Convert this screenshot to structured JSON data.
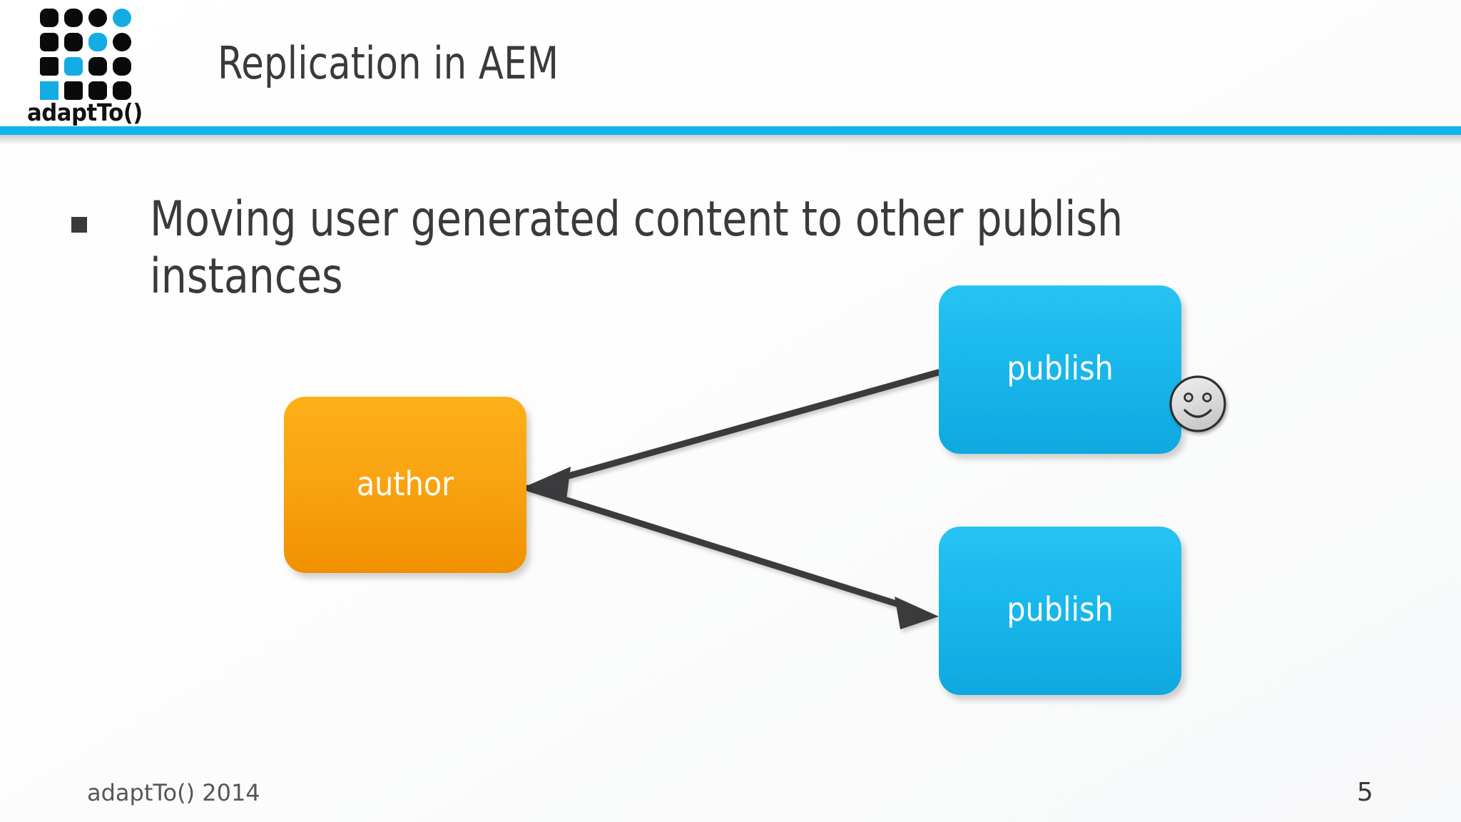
{
  "slide": {
    "title": "Replication in AEM",
    "accent_color": "#12b4ec",
    "text_color": "#3a3a3c"
  },
  "logo": {
    "wordmark": "adaptTo()",
    "grid_rows": 4,
    "grid_cols": 4,
    "dark_color": "#0a0a0a",
    "accent_color": "#13ace4"
  },
  "body": {
    "bullets": [
      "Moving user generated content to other publish instances"
    ]
  },
  "diagram": {
    "nodes": [
      {
        "id": "author",
        "label": "author",
        "color": "#faa513"
      },
      {
        "id": "publish-1",
        "label": "publish",
        "color": "#19b8ec"
      },
      {
        "id": "publish-2",
        "label": "publish",
        "color": "#19b8ec"
      }
    ],
    "edges": [
      {
        "from": "publish-1",
        "to": "author",
        "arrow_at": "author"
      },
      {
        "from": "author",
        "to": "publish-2",
        "arrow_at": "publish-2"
      }
    ],
    "smiley": {
      "attached_to": "publish-1",
      "face_color": "#dcdcdc",
      "stroke_color": "#333333"
    }
  },
  "footer": {
    "left": "adaptTo() 2014",
    "page_number": "5"
  }
}
